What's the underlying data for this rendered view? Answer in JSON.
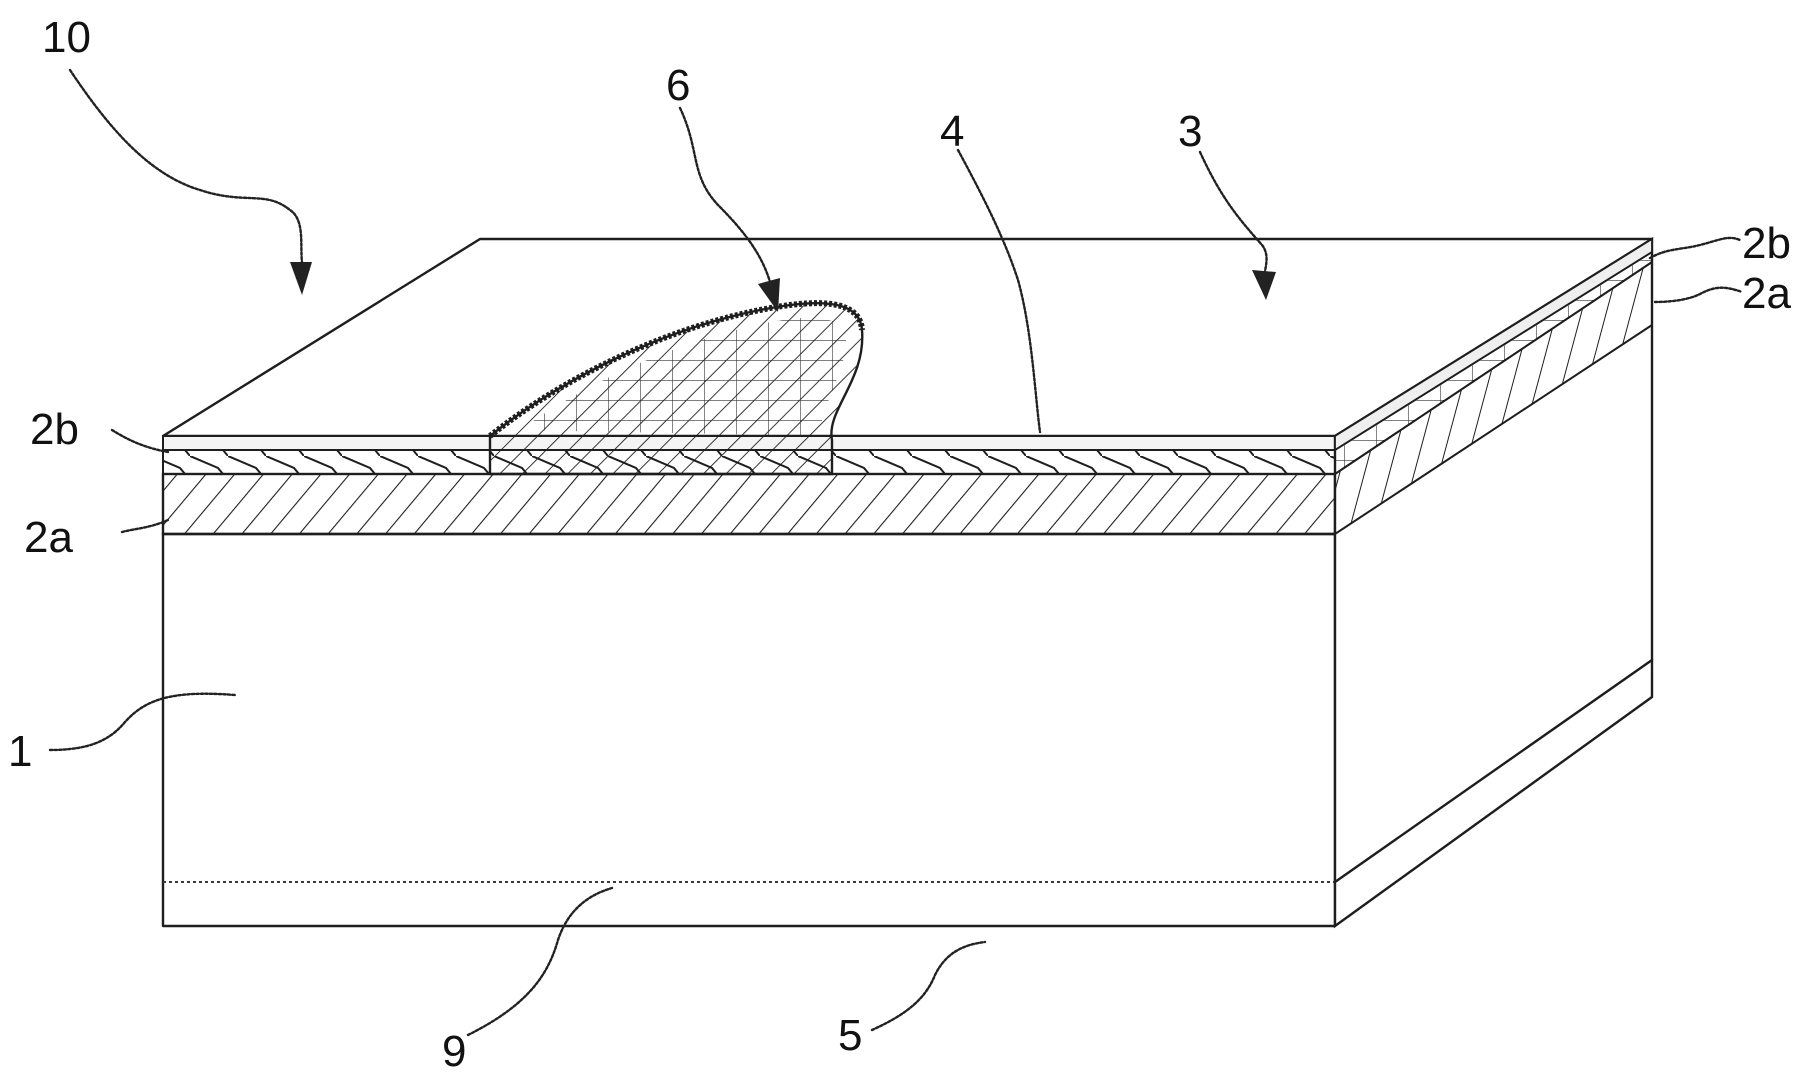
{
  "labels": {
    "device": "10",
    "feature": "6",
    "surface": "4",
    "region": "3",
    "layer_2b_right": "2b",
    "layer_2a_right": "2a",
    "layer_2b_left": "2b",
    "layer_2a_left": "2a",
    "substrate": "1",
    "boundary": "9",
    "bottom_layer": "5"
  }
}
